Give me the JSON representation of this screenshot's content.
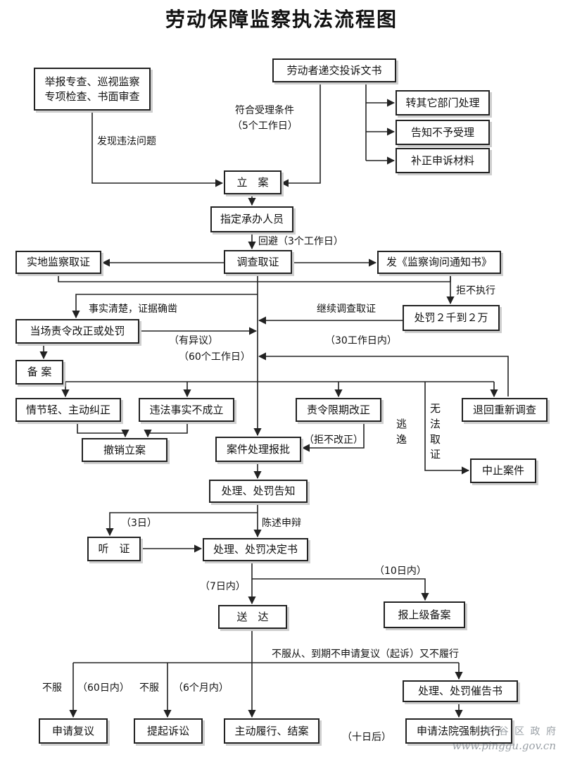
{
  "title": "劳动保障监察执法流程图",
  "nodes": {
    "report": "举报专查、巡视监察\n专项检查、书面审查",
    "complaint": "劳动者递交投诉文书",
    "transfer": "转其它部门处理",
    "notify_reject": "告知不予受理",
    "supplement": "补正申诉材料",
    "register": "立　案",
    "assign": "指定承办人员",
    "onsite": "实地监察取证",
    "investigate": "调查取证",
    "inquiry_notice": "发《监察询问通知书》",
    "penalty": "处罚２千到２万",
    "order_on_spot": "当场责令改正或处罚",
    "file_record": "备 案",
    "minor": "情节轻、主动纠正",
    "not_established": "违法事实不成立",
    "order_deadline": "责令限期改正",
    "reinvestigate": "退回重新调查",
    "revoke": "撤销立案",
    "case_approval": "案件处理报批",
    "suspend": "中止案件",
    "penalty_notice": "处理、处罚告知",
    "hearing": "听　证",
    "decision": "处理、处罚决定书",
    "report_superior": "报上级备案",
    "deliver": "送　达",
    "urge_letter": "处理、处罚催告书",
    "reconsideration": "申请复议",
    "lawsuit": "提起诉讼",
    "comply": "主动履行、结案",
    "court_enforce": "申请法院强制执行"
  },
  "labels": {
    "found_violation": "发现违法问题",
    "accept_conditions": "符合受理条件",
    "five_days": "（5个工作日）",
    "recusal": "回避（3个工作日）",
    "refuse_execute": "拒不执行",
    "facts_clear": "事实清楚，证据确凿",
    "continue_investigation": "继续调查取证",
    "objection": "（有异议）",
    "thirty_days": "（30工作日内）",
    "sixty_days": "（60个工作日）",
    "refuse_correct": "（拒不改正）",
    "flee": "逃逸",
    "no_evidence": "无法取证",
    "three_days": "（3日）",
    "statement_defense": "陈述申辩",
    "ten_days": "（10日内）",
    "seven_days": "（7日内）",
    "not_comply_overdue": "不服从、到期不申请复议（起诉）又不履行",
    "dissatisfied_1": "不服",
    "sixty_days_within": "（60日内）",
    "dissatisfied_2": "不服",
    "six_months": "（6个月内）",
    "ten_days_after": "（十日后）"
  },
  "watermark": {
    "cn": "平 谷 区 政 府",
    "url": "www.pinggu.gov.cn"
  }
}
